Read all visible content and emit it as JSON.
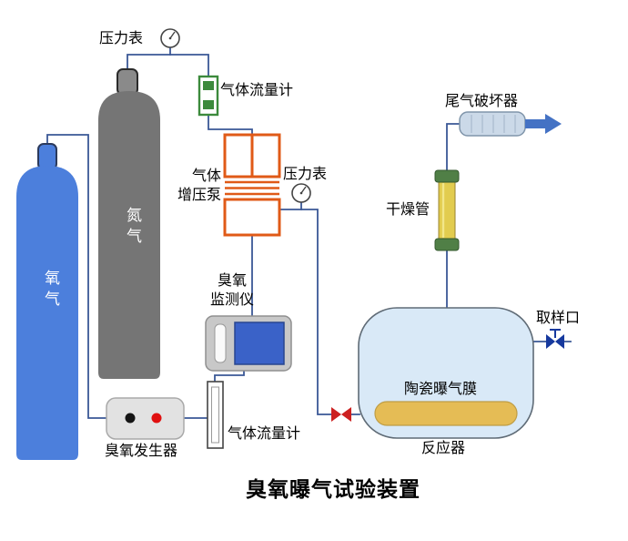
{
  "diagram": {
    "title": "臭氧曝气试验装置",
    "components": {
      "pressure_gauge_top": "压力表",
      "pressure_gauge_mid": "压力表",
      "flow_meter_top": "气体流量计",
      "flow_meter_bottom": "气体流量计",
      "oxygen_cylinder": "氧气",
      "nitrogen_cylinder": "氮气",
      "booster_pump_line1": "气体",
      "booster_pump_line2": "增压泵",
      "ozone_monitor_line1": "臭氧",
      "ozone_monitor_line2": "监测仪",
      "ozone_generator": "臭氧发生器",
      "drying_tube": "干燥管",
      "tail_gas_destructor": "尾气破坏器",
      "sampling_port": "取样口",
      "ceramic_membrane": "陶瓷曝气膜",
      "reactor": "反应器"
    },
    "colors": {
      "pipe": "#3A5796",
      "oxygen_cylinder": "#4C7FDC",
      "nitrogen_cylinder": "#757575",
      "pump_outline": "#E05A17",
      "flow_meter_green": "#3C8A3C",
      "monitor_body": "#C8C8C8",
      "monitor_screen": "#3A62C8",
      "generator_body": "#E2E2E2",
      "indicator_black": "#151515",
      "indicator_red": "#E01010",
      "reactor_fill": "#D9E9F7",
      "membrane_fill": "#E5BC55",
      "drying_tube_body": "#E2CC4F",
      "drying_tube_caps": "#507F46",
      "destructor_fill": "#CBD9E8",
      "arrow_blue": "#4472C4",
      "valve_red": "#CC2020",
      "valve_blue": "#16399E"
    }
  }
}
